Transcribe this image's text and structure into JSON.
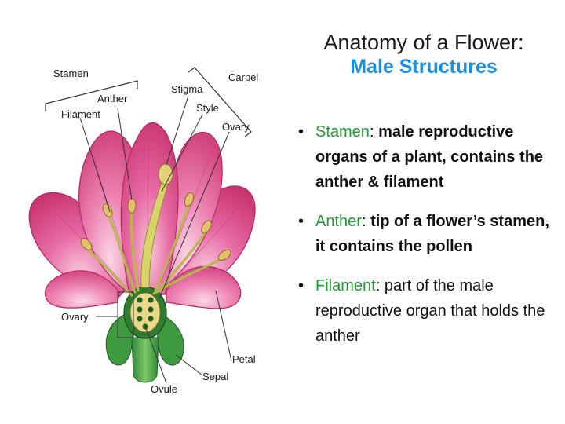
{
  "title": {
    "line1": "Anatomy of a Flower:",
    "line2": "Male Structures"
  },
  "labels": {
    "stamen": "Stamen",
    "anther": "Anther",
    "filament": "Filament",
    "stigma": "Stigma",
    "style": "Style",
    "carpel": "Carpel",
    "ovary_top": "Ovary",
    "ovary_left": "Ovary",
    "petal": "Petal",
    "sepal": "Sepal",
    "ovule": "Ovule"
  },
  "bullets": [
    {
      "term": "Stamen",
      "colon": ":",
      "text": "male reproductive organs of a plant, contains the anther & filament",
      "bold": true
    },
    {
      "term": "Anther",
      "colon": ":",
      "text": "tip of a flower’s stamen, it contains the pollen",
      "bold": true
    },
    {
      "term": "Filament",
      "colon": ":",
      "text": "part of the male reproductive organ that holds the anther",
      "bold": false
    }
  ],
  "colors": {
    "accent_blue": "#1a8fe8",
    "term_green": "#1f9a33",
    "petal_pink": "#e0609a"
  }
}
